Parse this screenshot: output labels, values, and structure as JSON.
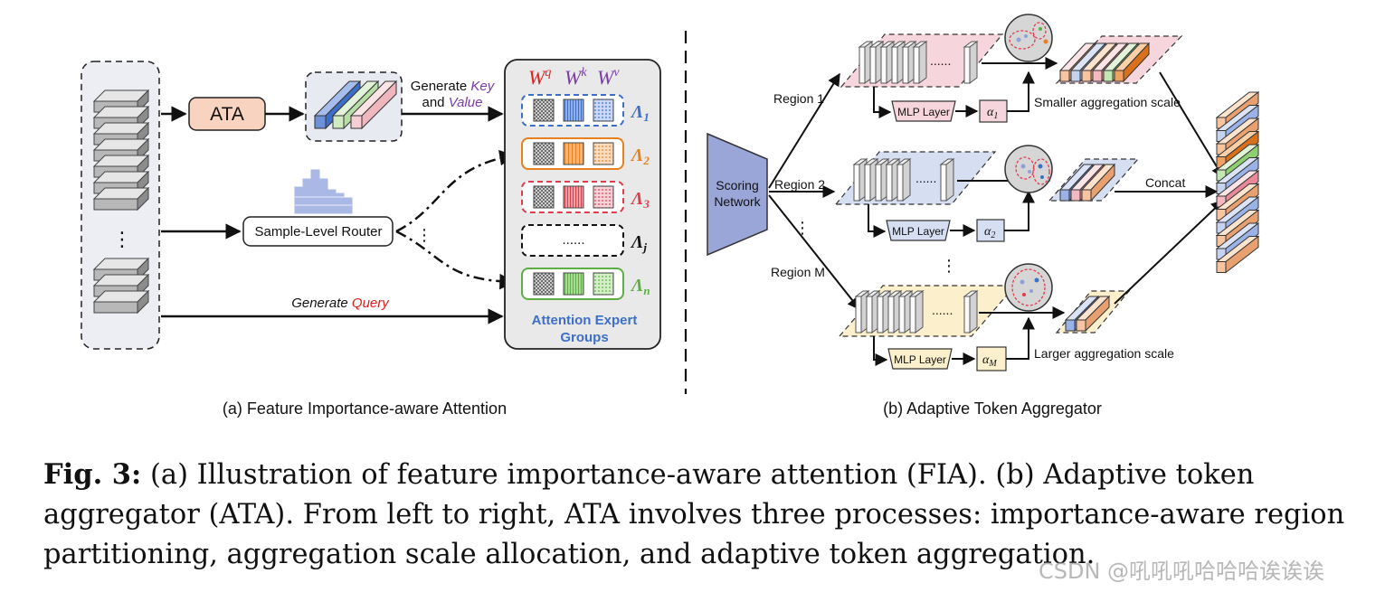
{
  "panel_a": {
    "ata_label": "ATA",
    "generate_key_line1": "Generate ",
    "key_word": "Key",
    "generate_key_line2": "and ",
    "value_word": "Value",
    "router_label": "Sample-Level Router",
    "generate_query_prefix": "Generate ",
    "query_word": "Query",
    "weights": {
      "wq": "W",
      "wq_sup": "q",
      "wk": "W",
      "wk_sup": "k",
      "wv": "W",
      "wv_sup": "v"
    },
    "experts": [
      {
        "symbol": "Λ",
        "sub": "1",
        "color": "#3d6fc8"
      },
      {
        "symbol": "Λ",
        "sub": "2",
        "color": "#e8801e"
      },
      {
        "symbol": "Λ",
        "sub": "3",
        "color": "#e03c4c"
      },
      {
        "symbol": "Λ",
        "sub": "j",
        "color": "#111111",
        "dots": "......"
      },
      {
        "symbol": "Λ",
        "sub": "n",
        "color": "#5cb043"
      }
    ],
    "groups_line1": "Attention Expert",
    "groups_line2": "Groups",
    "caption": "(a) Feature Importance-aware Attention",
    "vdots": "⋮"
  },
  "panel_b": {
    "scoring_line1": "Scoring",
    "scoring_line2": "Network",
    "region1": "Region 1",
    "region2": "Region 2",
    "regionM": "Region M",
    "mlp1": "MLP Layer",
    "mlp2": "MLP Layer",
    "mlp3": "MLP Layer",
    "alpha1": "α",
    "alpha1_sub": "1",
    "alpha2": "α",
    "alpha2_sub": "2",
    "alphaM": "α",
    "alphaM_sub": "M",
    "smaller_scale": "Smaller aggregation scale",
    "larger_scale": "Larger aggregation scale",
    "concat": "Concat",
    "dots": "......",
    "caption": "(b) Adaptive Token Aggregator"
  },
  "caption": {
    "label": "Fig. 3:",
    "text": " (a) Illustration of feature importance-aware attention (FIA). (b) Adaptive token aggregator (ATA). From left to right, ATA involves three processes: importance-aware region partitioning, aggregation scale allocation, and adaptive token aggregation."
  },
  "watermark": "CSDN @吼吼吼哈哈哈诶诶诶",
  "colors": {
    "blue": "#3d6fc8",
    "orange": "#e8801e",
    "red": "#e03c4c",
    "green": "#5cb043",
    "purple": "#7a3aa8",
    "query_red": "#e02020",
    "region1_fill": "#f6d6dc",
    "region2_fill": "#d6def2",
    "regionM_fill": "#fbefcc",
    "scoring_fill": "#9aa6d8"
  }
}
